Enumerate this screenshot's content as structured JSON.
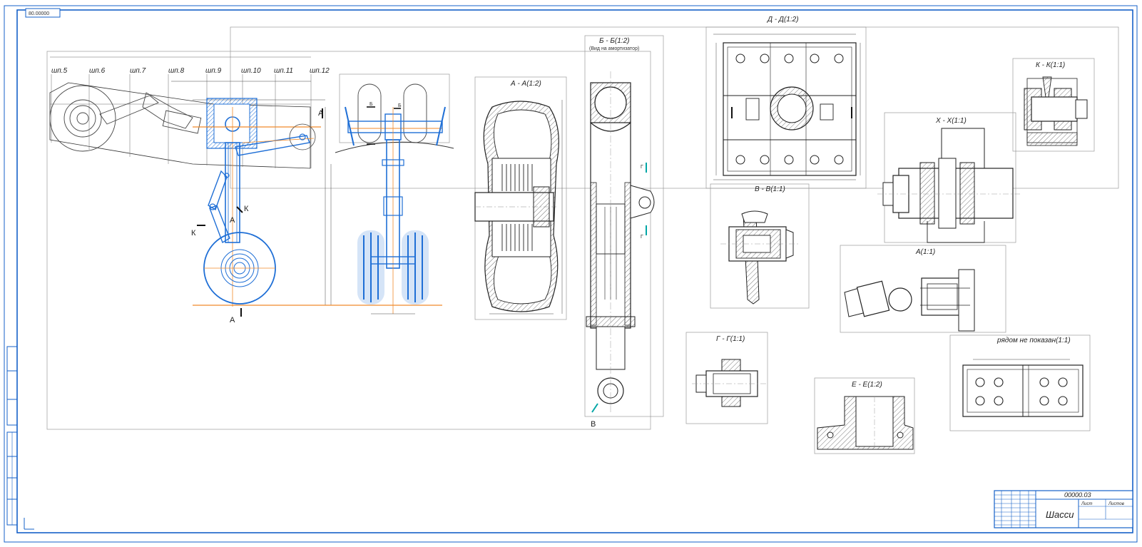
{
  "sheet": {
    "stamp": "80.00000",
    "code": "00000.03",
    "title": "Шасси",
    "sheet_label": "Лист",
    "sheets_label": "Листов"
  },
  "station_labels": [
    "шп.5",
    "шп.6",
    "шп.7",
    "шп.8",
    "шп.9",
    "шп.10",
    "шп.11",
    "шп.12"
  ],
  "section_markers": {
    "a": "А",
    "b": "Б",
    "v": "В",
    "g": "Г",
    "k": "К"
  },
  "views": {
    "aa": "А - А(1:2)",
    "bb": "Б - Б(1:2)",
    "bb_sub": "(Вид на амортизатор)",
    "dd": "Д - Д(1:2)",
    "vv": "В - В(1:1)",
    "kk": "К - К(1:1)",
    "xx": "Х - Х(1:1)",
    "a_view": "А(1:1)",
    "gg": "Г - Г(1:1)",
    "ee": "Е - Е(1:2)",
    "hidden": "рядом не показан(1:1)"
  },
  "colors": {
    "blue": "#1f6fd6",
    "orange": "#f08a2a",
    "frame": "#1560c8",
    "line": "#222222",
    "cyan": "#00a6a6"
  }
}
